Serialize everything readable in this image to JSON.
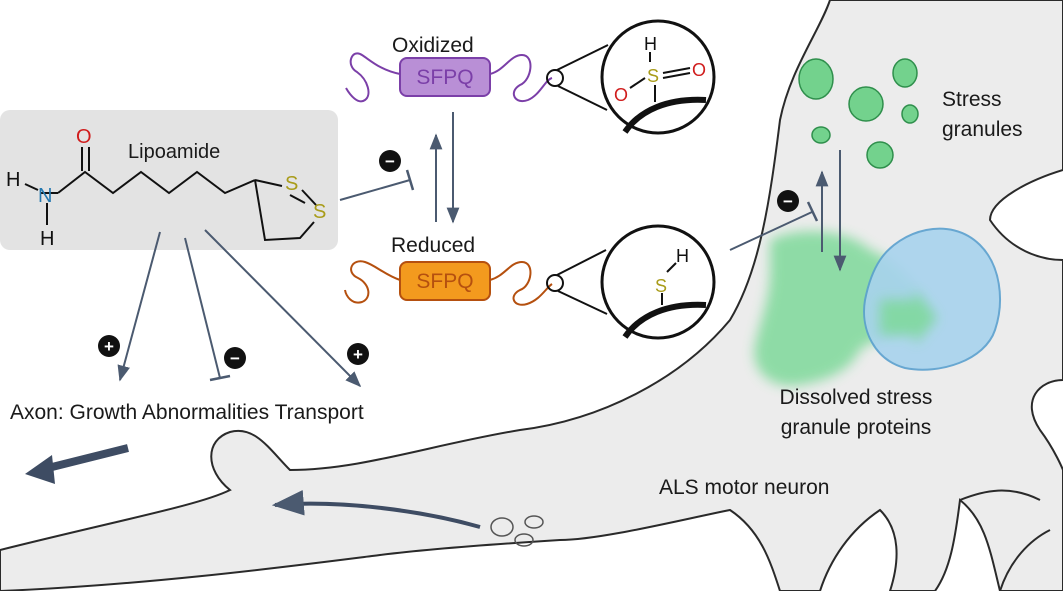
{
  "lipoamide": {
    "name": "Lipoamide",
    "atoms": {
      "O": "O",
      "N": "N",
      "H1": "H",
      "H2": "H",
      "S1": "S",
      "S2": "S"
    }
  },
  "sfpq": {
    "oxidized_label": "Oxidized",
    "reduced_label": "Reduced",
    "protein_label_ox": "SFPQ",
    "protein_label_red": "SFPQ",
    "sulfinic": {
      "H": "H",
      "S": "S",
      "O1": "O",
      "O2": "O"
    },
    "thiol": {
      "S": "S",
      "H": "H"
    }
  },
  "effects": {
    "plus": "+",
    "minus": "−",
    "axon_text": "Axon: Growth Abnormalities Transport"
  },
  "neuron": {
    "stress_granules": [
      "Stress",
      "granules"
    ],
    "dissolved": [
      "Dissolved stress",
      "granule proteins"
    ],
    "cell_label": "ALS motor neuron"
  },
  "colors": {
    "oxidized_fill": "#b98fd6",
    "oxidized_stroke": "#7b3fa8",
    "reduced_fill": "#f39a1e",
    "reduced_stroke": "#b5500f",
    "granule": "#73d28d",
    "nucleus": "#a8d3ee",
    "neuron": "#ececec",
    "arrow": "#4b5a70"
  }
}
